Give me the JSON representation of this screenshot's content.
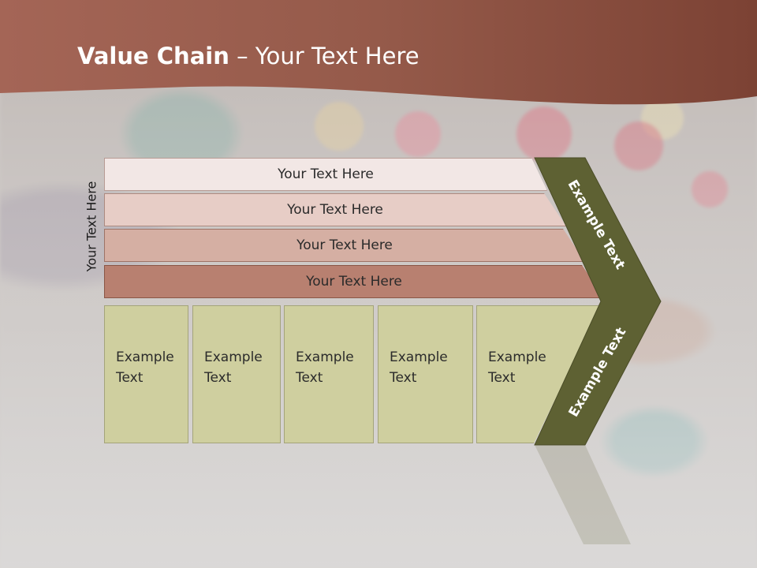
{
  "title": {
    "bold": "Value Chain",
    "rest": " – Your Text Here"
  },
  "side_label": "Your Text Here",
  "bars": [
    {
      "label": "Your Text Here"
    },
    {
      "label": "Your Text Here"
    },
    {
      "label": "Your Text Here"
    },
    {
      "label": "Your Text Here"
    }
  ],
  "boxes": [
    {
      "label": "Example Text"
    },
    {
      "label": "Example Text"
    },
    {
      "label": "Example Text"
    },
    {
      "label": "Example Text"
    },
    {
      "label": "Example Text"
    }
  ],
  "chevron": {
    "upper_label": "Example Text",
    "lower_label": "Example Text"
  },
  "colors": {
    "header": "#8c4f3f",
    "chevron": "#5e6133",
    "box": "#cfcf9f",
    "bar_shades": [
      "#f2e7e5",
      "#e7cdc6",
      "#d5afa3",
      "#b88070"
    ]
  }
}
